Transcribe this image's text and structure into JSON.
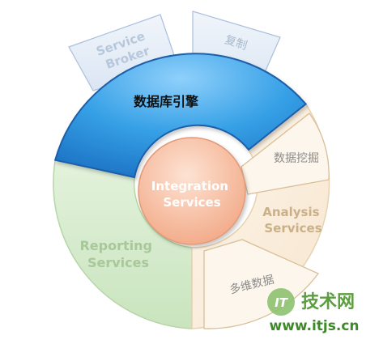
{
  "diagram": {
    "center": {
      "line1": "Integration",
      "line2": "Services"
    },
    "engine": {
      "label": "数据库引擎"
    },
    "service_broker": {
      "line1": "Service",
      "line2": "Broker"
    },
    "replication": {
      "label": "复制"
    },
    "reporting": {
      "line1": "Reporting",
      "line2": "Services"
    },
    "analysis": {
      "line1": "Analysis",
      "line2": "Services"
    },
    "data_mining": {
      "label": "数据挖掘"
    },
    "olap": {
      "label": "多维数据"
    }
  },
  "watermark": {
    "logo_text": "IT",
    "site_cn": "技术网",
    "url": "www.itjs.cn"
  },
  "colors": {
    "engine_blue": "#2f8fd8",
    "reporting_green": "#d6ebcf",
    "analysis_tan": "#fbeedd",
    "center_salmon": "#f7c2a6",
    "tab_blue": "#e6eef8",
    "watermark_green": "#6aa84f"
  }
}
